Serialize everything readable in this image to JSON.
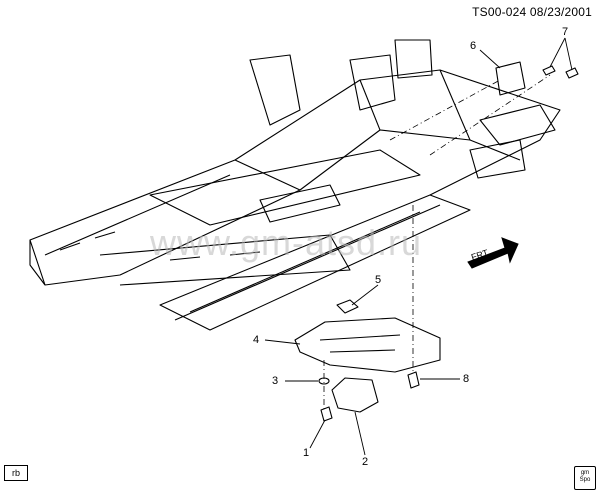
{
  "header": {
    "id_text": "TS00-024  08/23/2001"
  },
  "watermark": {
    "text": "www.gm-atsd.ru"
  },
  "frt_label": "FRT",
  "badge": "rb",
  "corner_icon": {
    "line1": "gm",
    "line2": "Spo"
  },
  "callouts": [
    {
      "id": "1",
      "label": "1"
    },
    {
      "id": "2",
      "label": "2"
    },
    {
      "id": "3",
      "label": "3"
    },
    {
      "id": "4",
      "label": "4"
    },
    {
      "id": "5",
      "label": "5"
    },
    {
      "id": "6",
      "label": "6"
    },
    {
      "id": "7",
      "label": "7"
    },
    {
      "id": "8",
      "label": "8"
    }
  ]
}
